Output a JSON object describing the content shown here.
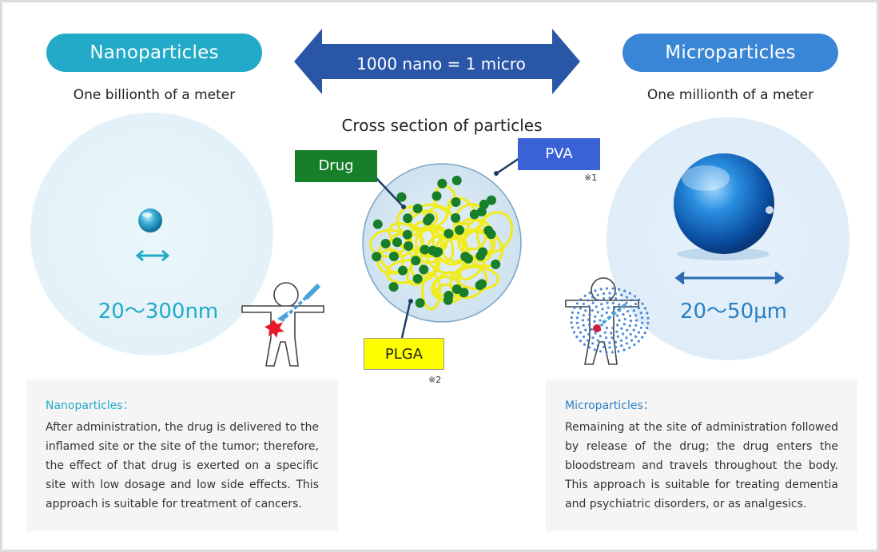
{
  "nano": {
    "title": "Nanoparticles",
    "subtitle": "One billionth of a meter",
    "size": "20～300nm",
    "panel_title": "Nanoparticles：",
    "panel_text": "After administration, the drug is delivered to the inflamed site or the site of the tumor; therefore, the effect of that drug is exerted on a specific site with low dosage and low side effects. This approach is suitable for treatment of cancers."
  },
  "micro": {
    "title": "Microparticles",
    "subtitle": "One millionth of a meter",
    "size": "20～50μm",
    "panel_title": "Microparticles：",
    "panel_text": "Remaining at the site of administration followed by release of the drug; the drug enters the bloodstream and travels throughout the body. This approach is suitable for treating dementia and psychiatric disorders, or as analgesics."
  },
  "scale_arrow": {
    "label": "1000 nano = 1 micro"
  },
  "cross_section": {
    "title": "Cross section of particles",
    "drug_label": "Drug",
    "pva_label": "PVA",
    "pva_note": "※1",
    "plga_label": "PLGA",
    "plga_note": "※2"
  },
  "colors": {
    "nano_accent": "#22aac8",
    "micro_accent": "#3a86d6",
    "arrow": "#2a56a8",
    "drug": "#177e2a",
    "pva": "#3a62d6",
    "plga": "#ffff00"
  }
}
